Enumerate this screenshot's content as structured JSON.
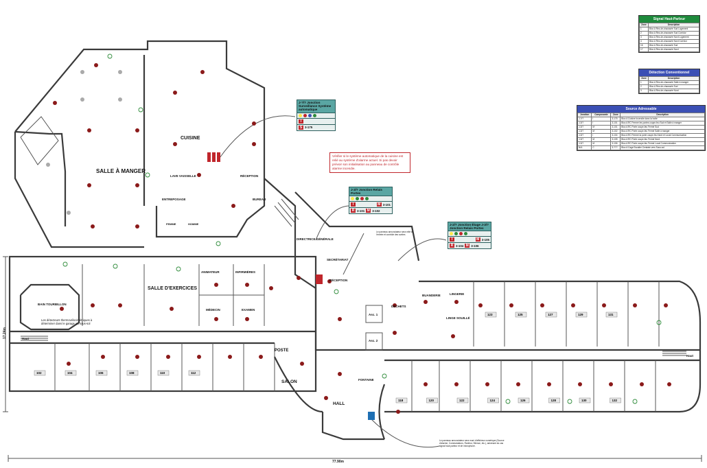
{
  "rooms": [
    {
      "id": "salle-a-manger",
      "label": "SALLE À MANGER"
    },
    {
      "id": "cuisine",
      "label": "CUISINE"
    },
    {
      "id": "lave-vaisselle",
      "label": "LAVE VAISSELLE"
    },
    {
      "id": "reception-cuisine",
      "label": "RÉCEPTION"
    },
    {
      "id": "entreposage",
      "label": "ENTREPOSAGE"
    },
    {
      "id": "femme",
      "label": "FEMME"
    },
    {
      "id": "homme",
      "label": "HOMME"
    },
    {
      "id": "bureau",
      "label": "BUREAU"
    },
    {
      "id": "directrice",
      "label": "DIRECTRICE GÉNÉRALE"
    },
    {
      "id": "secretariat",
      "label": "SECRÉTARIAT"
    },
    {
      "id": "reception",
      "label": "RÉCEPTION"
    },
    {
      "id": "salle-exercices",
      "label": "SALLE D'EXERCICES"
    },
    {
      "id": "animateur",
      "label": "ANIMATEUR"
    },
    {
      "id": "infirmieres",
      "label": "INFIRMIÈRES"
    },
    {
      "id": "medecin",
      "label": "MÉDECIN"
    },
    {
      "id": "examen",
      "label": "EXAMEN"
    },
    {
      "id": "bain",
      "label": "BAIN TOURBILLON"
    },
    {
      "id": "poste",
      "label": "POSTE"
    },
    {
      "id": "salon",
      "label": "SALON"
    },
    {
      "id": "hall",
      "label": "HALL"
    },
    {
      "id": "fontaine",
      "label": "FONTAINE"
    },
    {
      "id": "dechets",
      "label": "DÉCHETS"
    },
    {
      "id": "buanderie",
      "label": "BUANDERIE"
    },
    {
      "id": "lingerie",
      "label": "LINGERIE"
    },
    {
      "id": "linge-souille",
      "label": "LINGE SOUILLÉ"
    },
    {
      "id": "asc1",
      "label": "Asc. 1"
    },
    {
      "id": "asc2",
      "label": "Asc. 2"
    },
    {
      "id": "haut-left",
      "label": "Haut"
    },
    {
      "id": "haut-right",
      "label": "Haut"
    }
  ],
  "room_numbers_top_right": [
    "123",
    "125",
    "127",
    "129",
    "131"
  ],
  "room_numbers_bottom_left": [
    "102",
    "104",
    "106",
    "108",
    "110",
    "112"
  ],
  "room_numbers_bottom_right": [
    "118",
    "120",
    "122",
    "124",
    "126",
    "128",
    "130",
    "132"
  ],
  "dimensions": {
    "width": "77.90m",
    "height": "17.24m"
  },
  "detectors_note": "Les détecteurs thermovélocimétriques à déterminer dans le garage au sous-sol",
  "warning_note": "Vérifier si le système automatique de la cuisine est relié au système d'alarme actuel. Si pas devoir prévoir son initialisation au panneau de contrôle alarme incendie.",
  "legend_kitchen": {
    "title": "J-?/? Jonction Surveillance Système automatique",
    "zone": "3-175",
    "letters": [
      "I",
      "S"
    ]
  },
  "legend_relais": {
    "title": "J-3/? Jonction Relais Portes",
    "letters": [
      "I",
      "R",
      "M",
      "M"
    ],
    "zones": [
      "3-101",
      "3-101",
      "3-102"
    ]
  },
  "legend_etage": {
    "title": "J-2/? Jonction Étage J-3/? Jonction Relais Portes",
    "letters": [
      "I",
      "R",
      "M",
      "M"
    ],
    "zones": [
      "3-104",
      "3-105",
      "3-106"
    ]
  },
  "panel_note": "Le panneau annonciateur sera relié à l'entrée et contrôle des sorties",
  "bottom_note": "Le panneau annonciateur sera muni d'afficheur numérique (Source d'alarme, Commutateurs, Ronfeur, Silence, etc.), advenant du cas signal haut parleur et de microphone.",
  "table_haut_parleur": {
    "title": "Signal Haut-Parleur",
    "headers": [
      "Zone",
      "Description"
    ],
    "rows": [
      [
        "1",
        "Bloc A Rez-de-chaussée Sud Logement"
      ],
      [
        "2",
        "Bloc A Rez-de-chaussée Sud Corridor"
      ],
      [
        "3",
        "Bloc A Rez-de-chaussée Nord Logement"
      ],
      [
        "4",
        "Bloc A Rez-de-chaussée Nord Corridor"
      ],
      [
        "16",
        "Bloc A Rez-de-chaussée Sud"
      ],
      [
        "17",
        "Bloc A Rez-de-chaussée Nord"
      ]
    ],
    "color": "#1e8a3c"
  },
  "table_conventionnel": {
    "title": "Détection Conventionnel",
    "headers": [
      "Zone",
      "Description"
    ],
    "rows": [
      [
        "1",
        "Bloc A Rez-de-chaussée Salle à manger"
      ],
      [
        "2",
        "Bloc A Rez-de-chaussée Sud"
      ],
      [
        "3",
        "Bloc A Rez-de-chaussée Nord"
      ]
    ],
    "color": "#3b4fb4"
  },
  "table_adressable": {
    "title": "Source Adressable",
    "headers": [
      "Jonction",
      "Composante",
      "Zone",
      "Description"
    ],
    "rows": [
      [
        "J-?/?",
        "I",
        "3-175",
        "Bloc A Cuisine Incendie dans la hotte"
      ],
      [
        "J-3/?",
        "I",
        "3-101",
        "Bloc A RC Fermer les portes coupe-feu Sud et Salle à manger"
      ],
      [
        "J-3/?",
        "M",
        "3-101",
        "Bloc A RC Porte coupe-feu Fermé Sud"
      ],
      [
        "J-3/?",
        "M",
        "3-102",
        "Bloc A RC Porte coupe-feu Fermé Salle à manger"
      ],
      [
        "J-3/?",
        "I",
        "3-104",
        "Bloc A RC Fermer la porte coupe-feu Nord et Local Communication"
      ],
      [
        "J-3/?",
        "M",
        "3-105",
        "Bloc A RC Porte coupe-feu Fermé Nord"
      ],
      [
        "J-3/?",
        "M",
        "3-106",
        "Bloc A RC Porte coupe-feu Fermé Local Communication"
      ],
      [
        "N/A",
        "C",
        "3-???",
        "Bloc A Cage Escalier Centrale vers Sous-sol"
      ]
    ],
    "color": "#3b4fb4"
  },
  "colors": {
    "wall": "#3a3a3a",
    "detector": "#8b1a1a",
    "heat": "#2e8b3a",
    "legend": "#5aa6a3",
    "accent_red": "#c0262c"
  }
}
